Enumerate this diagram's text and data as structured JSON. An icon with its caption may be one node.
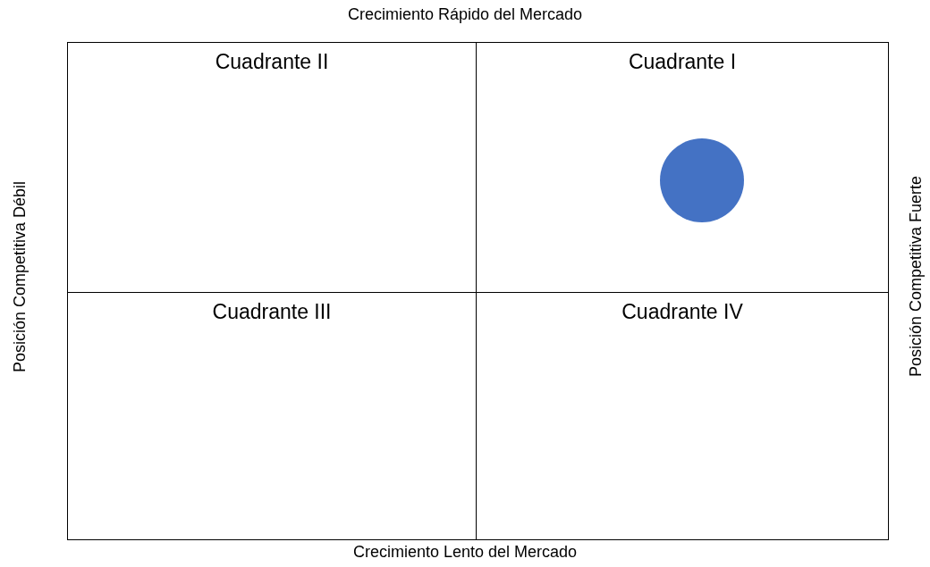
{
  "diagram": {
    "nodes": [
      {
        "text": [
          "Cuadrante II"
        ]
      },
      {
        "text": [
          "Cuadrante I"
        ]
      },
      {
        "text": [],
        "shape": "circle",
        "in": 1
      },
      {
        "text": [
          "Cuadrante III"
        ]
      },
      {
        "text": [
          "Cuadrante IV"
        ]
      }
    ],
    "labels": [
      "Crecimiento Rápido del Mercado",
      "Posición Competitiva Débil",
      "Posición Competitiva Fuerte",
      "Crecimiento Lento del Mercado"
    ]
  }
}
